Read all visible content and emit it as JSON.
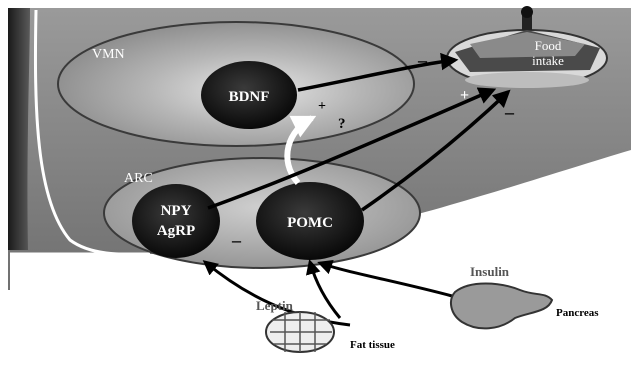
{
  "regions": {
    "vmn": "VMN",
    "arc": "ARC"
  },
  "nodes": {
    "bdnf": "BDNF",
    "npy": "NPY",
    "agrp": "AgRP",
    "pomc": "POMC"
  },
  "targets": {
    "food_line1": "Food",
    "food_line2": "intake"
  },
  "sources": {
    "insulin": "Insulin",
    "pancreas": "Pancreas",
    "leptin": "Leptin",
    "fat_tissue": "Fat tissue"
  },
  "signs": {
    "plus_food_left": "+",
    "minus_food_right": "–",
    "minus_food_bdnf": "–",
    "plus_bdnf": "+",
    "question": "?",
    "minus_npy": "–"
  },
  "colors": {
    "background_gray": "#8f8f8f",
    "region_fill": "#a9a9a9",
    "node_fill": "#0d0d0d",
    "white_area": "#ffffff",
    "arrow": "#000000"
  }
}
